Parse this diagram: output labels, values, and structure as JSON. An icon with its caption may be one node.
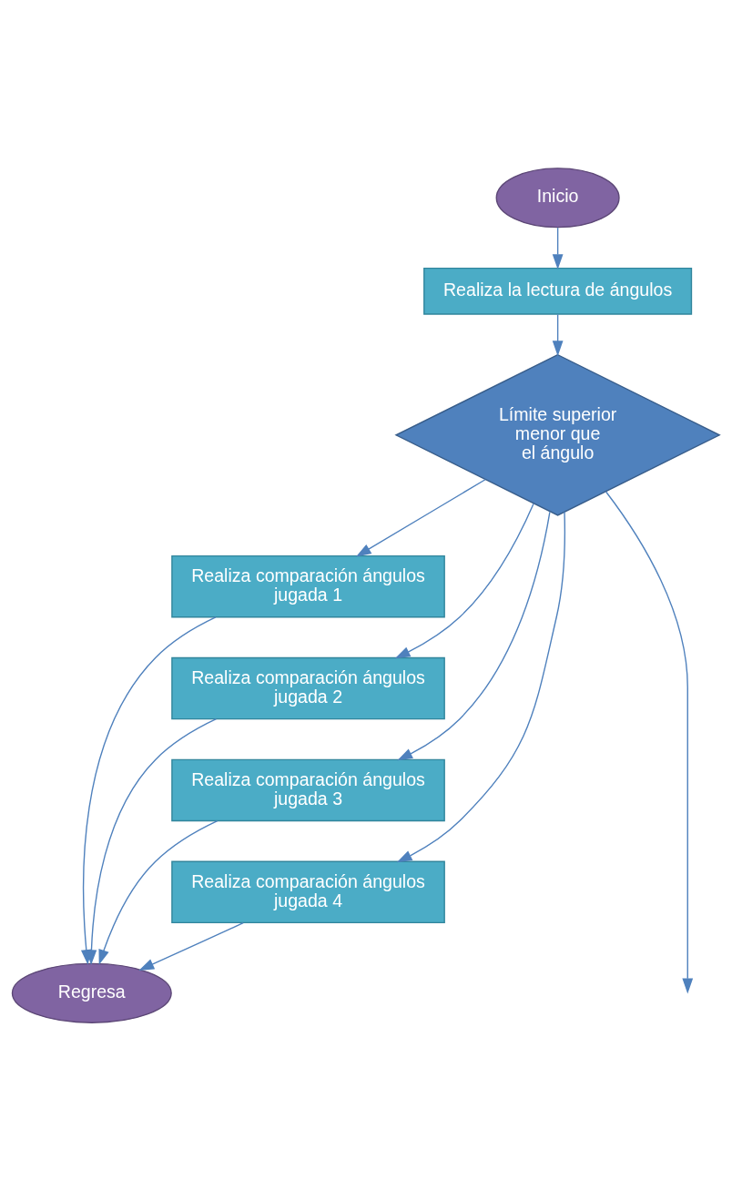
{
  "diagram": {
    "nodes": [
      {
        "text": [
          "Inicio"
        ]
      },
      {
        "text": [
          "Realiza la lectura de ángulos"
        ]
      },
      {
        "text": [
          "Límite superior menor que el ángulo"
        ]
      },
      {
        "text": [
          "Realiza comparación ángulos jugada 1"
        ]
      },
      {
        "text": [
          "Realiza comparación ángulos jugada 2"
        ]
      },
      {
        "text": [
          "Realiza comparación ángulos jugada 3"
        ]
      },
      {
        "text": [
          "Realiza comparación ángulos jugada 4"
        ]
      },
      {
        "text": [
          "Regresa"
        ]
      }
    ],
    "edges": [
      {
        "from": 0,
        "to": 1,
        "arrow": "to"
      },
      {
        "from": 1,
        "to": 2,
        "arrow": "to"
      },
      {
        "from": 2,
        "to": 3,
        "arrow": "to"
      },
      {
        "from": 2,
        "to": 4,
        "arrow": "to"
      },
      {
        "from": 2,
        "to": 5,
        "arrow": "to"
      },
      {
        "from": 2,
        "to": 6,
        "arrow": "to"
      },
      {
        "from": 2,
        "to": null,
        "arrow": "to"
      },
      {
        "from": 3,
        "to": 7,
        "arrow": "to"
      },
      {
        "from": 4,
        "to": 7,
        "arrow": "to"
      },
      {
        "from": 5,
        "to": 7,
        "arrow": "to"
      },
      {
        "from": 6,
        "to": 7,
        "arrow": "to"
      }
    ]
  }
}
